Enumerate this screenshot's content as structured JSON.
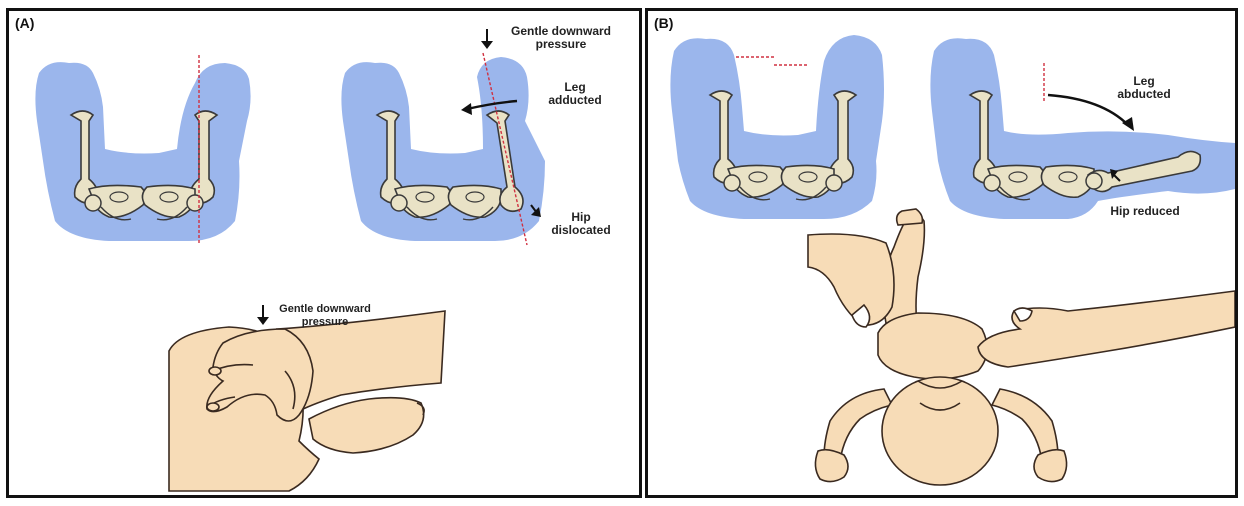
{
  "colors": {
    "body": "#9bb6ec",
    "bone": "#e9e2c6",
    "bone_outline": "#3a3a3a",
    "skin": "#f7dcb7",
    "skin_outline": "#3a2a20",
    "dashed": "#d03040",
    "arrow": "#111111"
  },
  "panel_a": {
    "label": "(A)",
    "top_pressure_line1": "Gentle downward",
    "top_pressure_line2": "pressure",
    "leg_line1": "Leg",
    "leg_line2": "adducted",
    "hip_line1": "Hip",
    "hip_line2": "dislocated",
    "bottom_pressure_line1": "Gentle downward",
    "bottom_pressure_line2": "pressure"
  },
  "panel_b": {
    "label": "(B)",
    "leg_line1": "Leg",
    "leg_line2": "abducted",
    "hip": "Hip reduced"
  }
}
